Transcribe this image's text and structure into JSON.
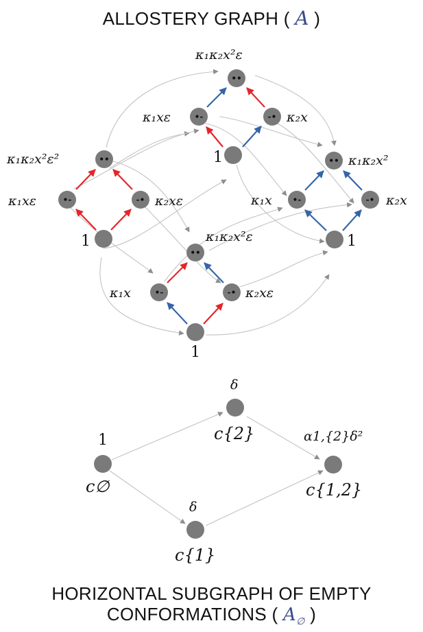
{
  "title_top": {
    "text": "ALLOSTERY GRAPH (",
    "symbol": "A",
    "close": ")"
  },
  "title_bottom": {
    "line1": "HORIZONTAL SUBGRAPH OF EMPTY",
    "line2": "CONFORMATIONS (",
    "symbol": "A",
    "symbol_sub": "∅",
    "close": ")"
  },
  "colors": {
    "node": "#7a7a7a",
    "red_edge": "#e3262a",
    "blue_edge": "#3565a8",
    "gray_edge": "#b9b9b9",
    "title_symbol": "#3a4a8a"
  },
  "labels": {
    "one": "1",
    "k1k2x2e": "κ₁κ₂x²ε",
    "k1xe": "κ₁xε",
    "k2x": "κ₂x",
    "k1k2x2e2": "κ₁κ₂x²ε²",
    "k2xe": "κ₂xε",
    "k1k2x2": "κ₁κ₂x²",
    "k1x": "κ₁x",
    "delta": "δ",
    "c_empty": "c∅",
    "c_2": "c{2}",
    "c_1": "c{1}",
    "c_12": "c{1,2}",
    "alpha_delta2": "α1,{2}δ²"
  },
  "node_marks": {
    "both": "••",
    "left": "•-",
    "right": "-•"
  }
}
